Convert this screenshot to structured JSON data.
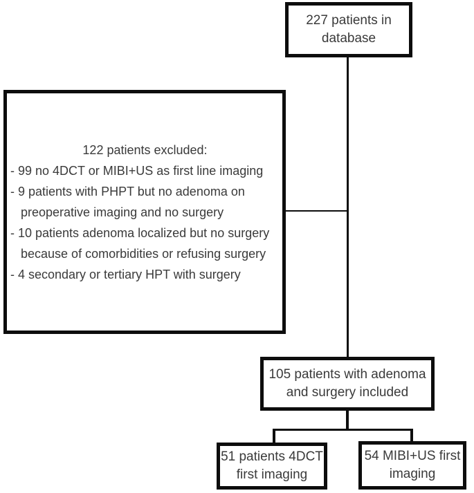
{
  "diagram": {
    "type": "flowchart",
    "boxes": {
      "database": {
        "line1": "227 patients in",
        "line2": "database"
      },
      "excluded": {
        "title": "122 patients excluded:",
        "items": [
          "- 99 no 4DCT or MIBI+US as first line imaging",
          "- 9 patients with PHPT but no adenoma on",
          "preoperative imaging and no surgery",
          "- 10 patients adenoma localized but no surgery",
          "because of comorbidities or refusing surgery",
          "- 4 secondary or tertiary HPT with surgery"
        ]
      },
      "included": {
        "line1": "105 patients with adenoma",
        "line2": "and surgery included"
      },
      "fourdct": {
        "line1": "51 patients 4DCT",
        "line2": "first imaging"
      },
      "mibius": {
        "line1": "54 MIBI+US first",
        "line2": "imaging"
      }
    },
    "counts": {
      "database": 227,
      "excluded": 122,
      "excluded_breakdown": [
        99,
        9,
        10,
        4
      ],
      "included": 105,
      "fourdct_first": 51,
      "mibius_first": 54
    },
    "colors": {
      "border": "#0d0d0d",
      "text": "#3a3a3a",
      "background": "#ffffff",
      "connector": "#0d0d0d"
    }
  }
}
